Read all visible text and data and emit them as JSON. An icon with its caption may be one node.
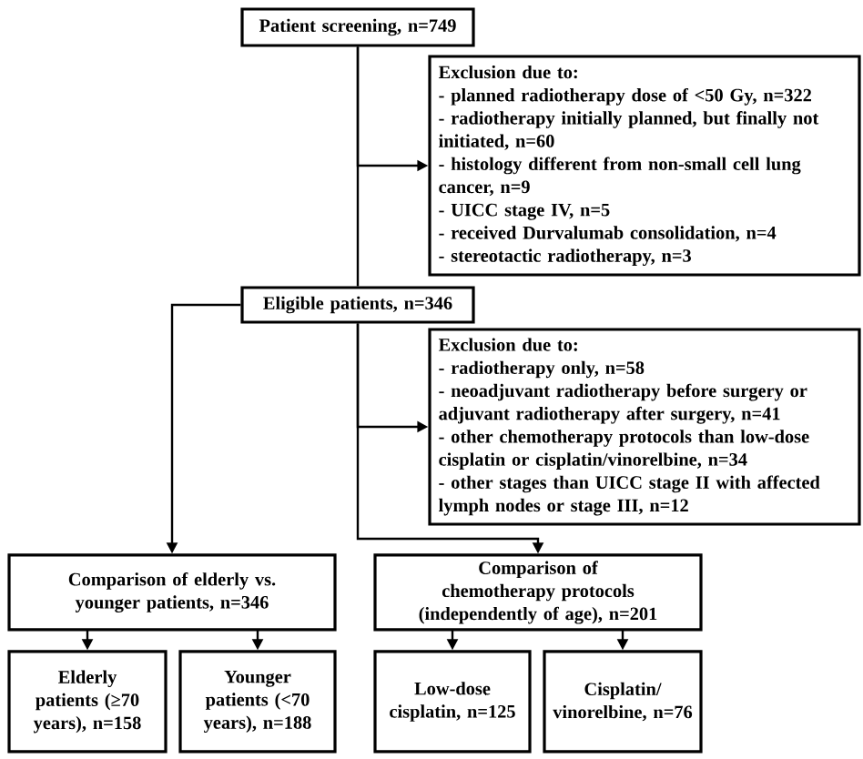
{
  "diagram": {
    "nodes": [
      {
        "text": [
          "Patient screening, n=749"
        ]
      },
      {
        "text": [
          "Exclusion due to:",
          "- planned radiotherapy dose of <50 Gy, n=322",
          "- radiotherapy initially planned, but finally not initiated, n=60",
          "- histology different from non-small cell lung cancer, n=9",
          "- UICC stage IV, n=5",
          "- received Durvalumab consolidation, n=4",
          "- stereotactic radiotherapy, n=3"
        ]
      },
      {
        "text": [
          "Eligible patients, n=346"
        ]
      },
      {
        "text": [
          "Exclusion due to:",
          "- radiotherapy only, n=58",
          "- neoadjuvant radiotherapy before surgery or adjuvant radiotherapy after surgery, n=41",
          "- other chemotherapy protocols than low-dose cisplatin or cisplatin/vinorelbine, n=34",
          "- other stages than UICC stage II with affected lymph nodes or stage III, n=12"
        ]
      },
      {
        "text": [
          "Comparison of elderly vs. younger patients, n=346"
        ]
      },
      {
        "text": [
          "Comparison of chemotherapy protocols (independently of age), n=201"
        ]
      },
      {
        "text": [
          "Elderly patients (≥70 years), n=158"
        ]
      },
      {
        "text": [
          "Younger patients (<70 years), n=188"
        ]
      },
      {
        "text": [
          "Low-dose cisplatin, n=125"
        ]
      },
      {
        "text": [
          "Cisplatin/ vinorelbine, n=76"
        ]
      }
    ],
    "edges": [
      {
        "from": 0,
        "to": 2,
        "arrow": "none"
      },
      {
        "from": 0,
        "to": 1,
        "arrow": "to"
      },
      {
        "from": 2,
        "to": 3,
        "arrow": "to"
      },
      {
        "from": 2,
        "to": 4,
        "arrow": "to"
      },
      {
        "from": 2,
        "to": 5,
        "arrow": "to"
      },
      {
        "from": 4,
        "to": 6,
        "arrow": "to"
      },
      {
        "from": 4,
        "to": 7,
        "arrow": "to"
      },
      {
        "from": 5,
        "to": 8,
        "arrow": "to"
      },
      {
        "from": 5,
        "to": 9,
        "arrow": "to"
      }
    ]
  }
}
